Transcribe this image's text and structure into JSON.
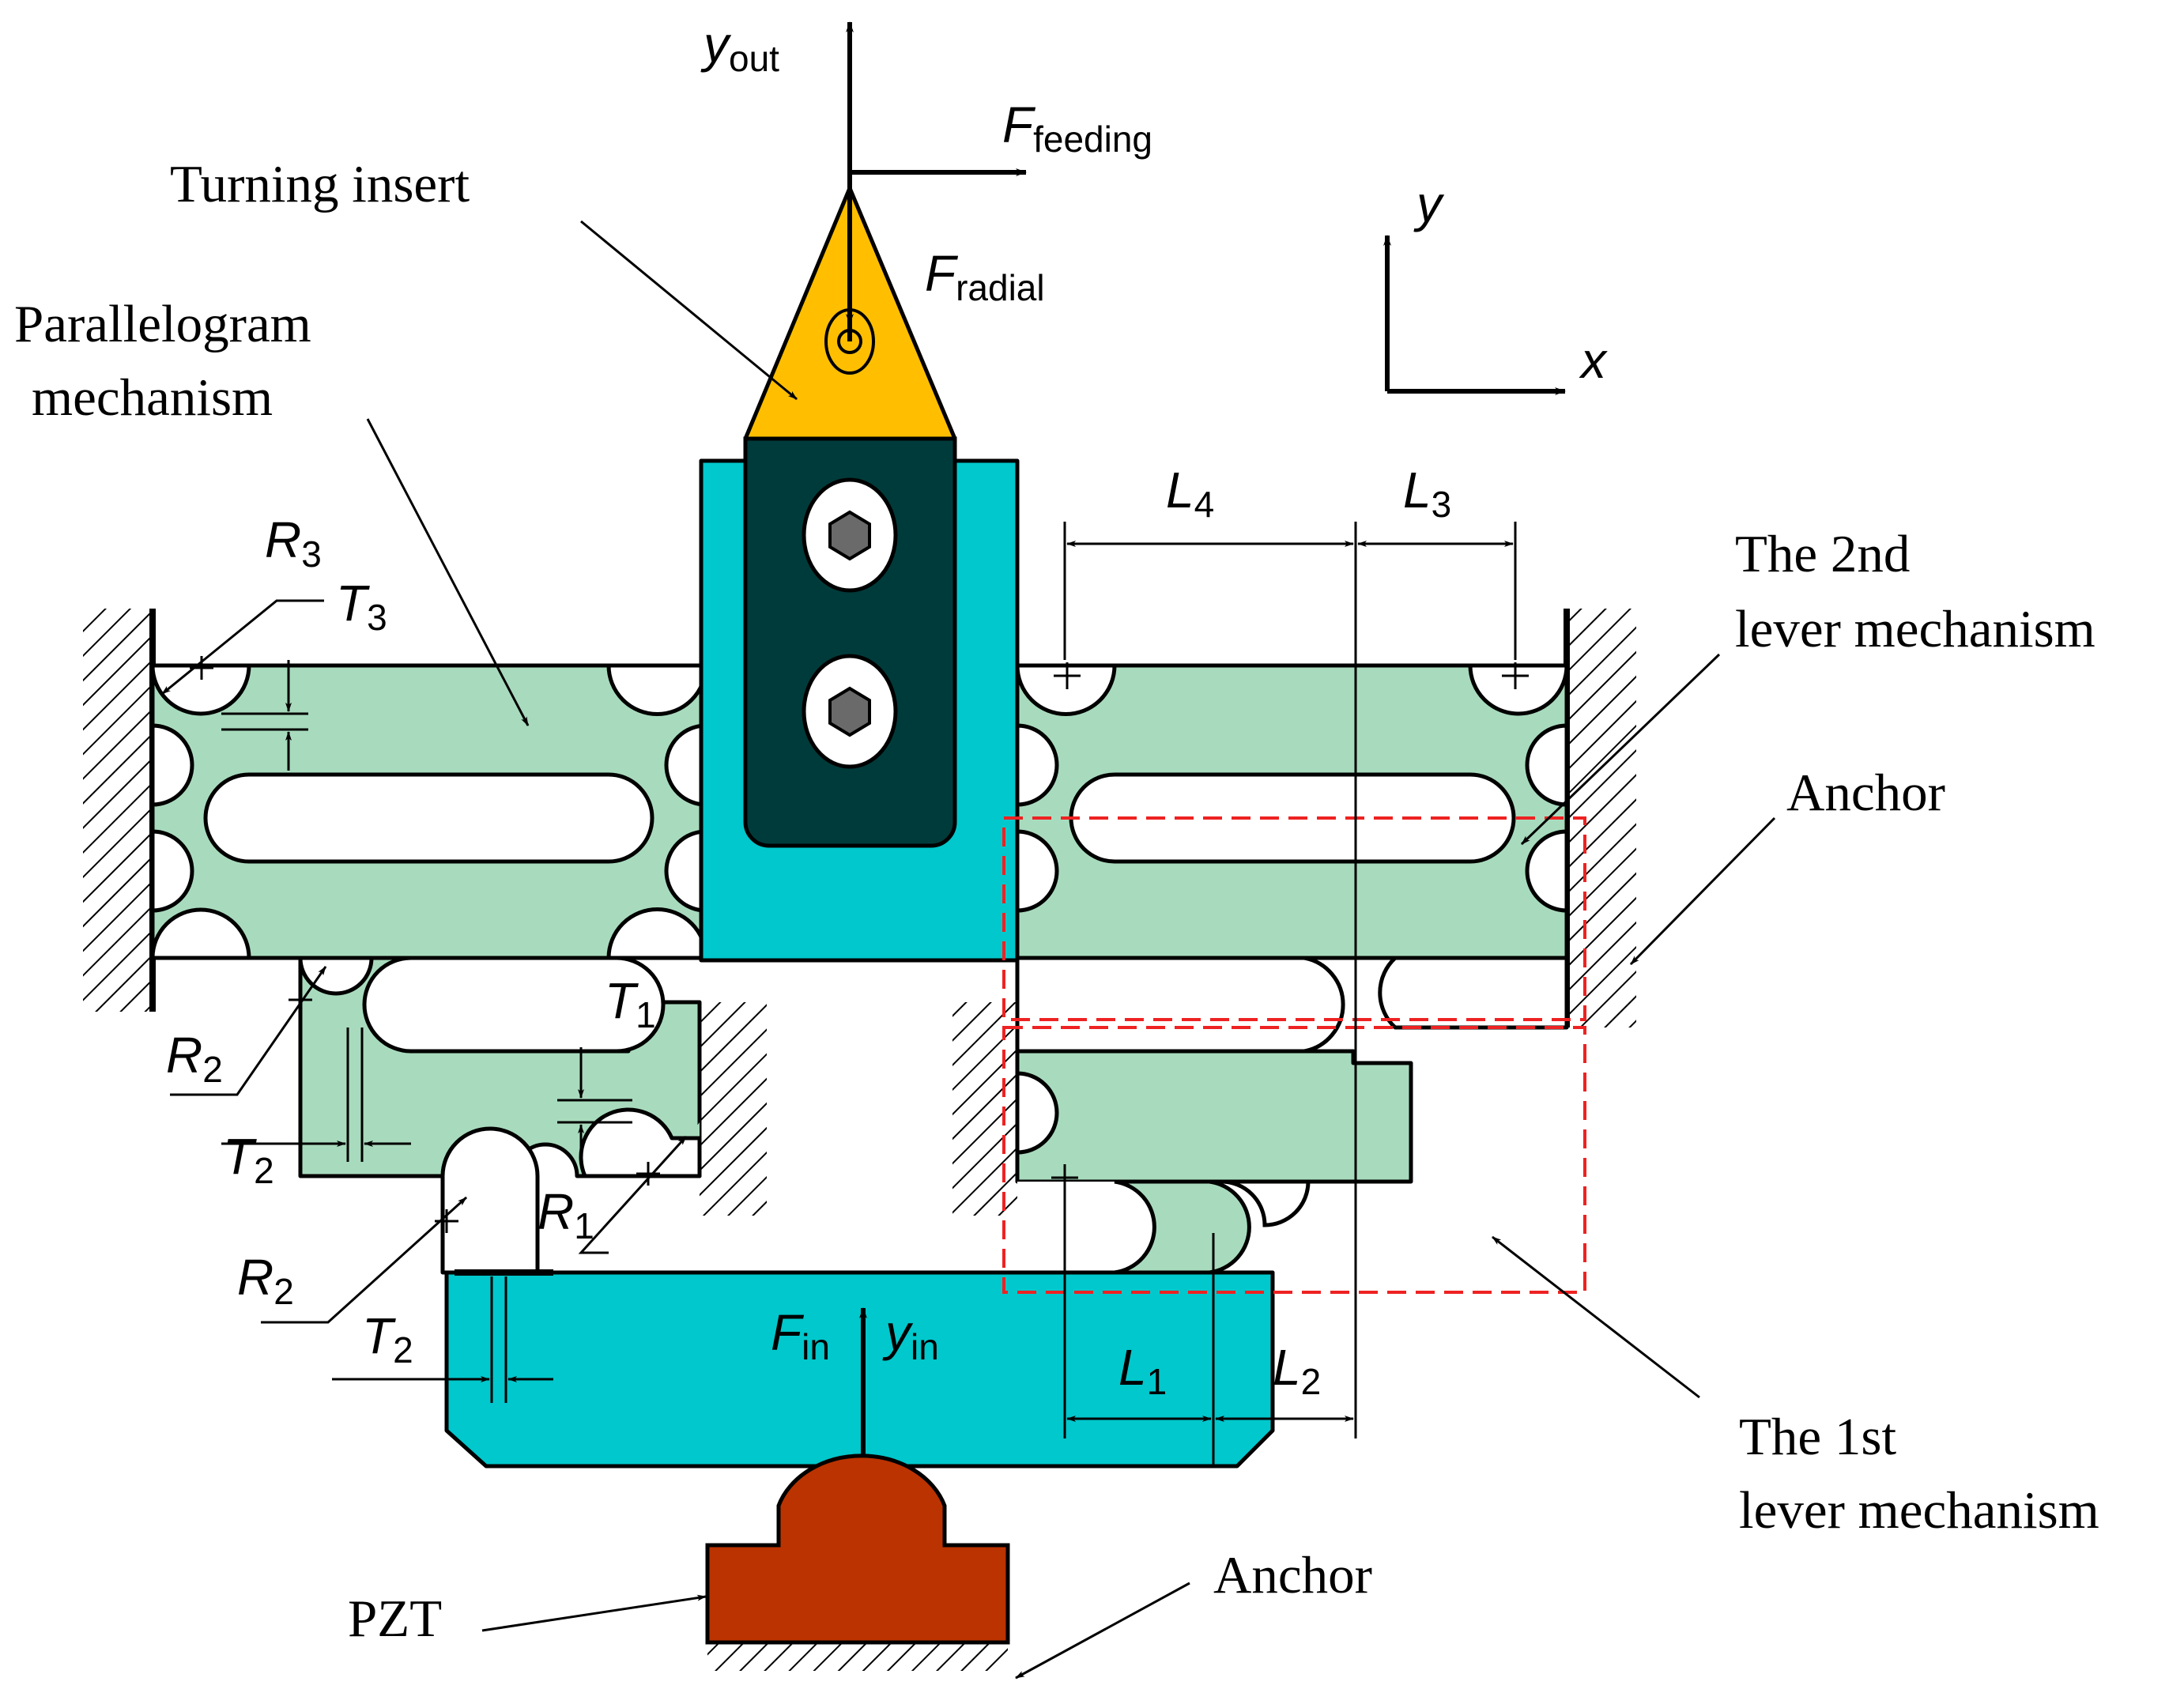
{
  "labels": {
    "y_out": "y",
    "y_out_sub": "out",
    "f_feeding": "F",
    "f_feeding_sub": "feeding",
    "f_radial": "F",
    "f_radial_sub": "radial",
    "turning_insert": "Turning insert",
    "parallelogram_line1": "Parallelogram",
    "parallelogram_line2": "mechanism",
    "axis_y": "y",
    "axis_x": "x",
    "L4": "L",
    "L4_sub": "4",
    "L3": "L",
    "L3_sub": "3",
    "second_lever_line1": "The 2nd",
    "second_lever_line2": "lever mechanism",
    "anchor_right": "Anchor",
    "R3": "R",
    "R3_sub": "3",
    "T3": "T",
    "T3_sub": "3",
    "R2_upper": "R",
    "R2_upper_sub": "2",
    "T1": "T",
    "T1_sub": "1",
    "T2_upper": "T",
    "T2_upper_sub": "2",
    "R1": "R",
    "R1_sub": "1",
    "R2_lower": "R",
    "R2_lower_sub": "2",
    "T2_lower": "T",
    "T2_lower_sub": "2",
    "f_in": "F",
    "f_in_sub": "in",
    "y_in": "y",
    "y_in_sub": "in",
    "L1": "L",
    "L1_sub": "1",
    "L2": "L",
    "L2_sub": "2",
    "first_lever_line1": "The 1st",
    "first_lever_line2": "lever mechanism",
    "pzt": "PZT",
    "anchor_bottom": "Anchor"
  },
  "colors": {
    "flexure_body": "#a8dbbd",
    "tool_holder": "#00c8cc",
    "insert": "#ffbf00",
    "clamp": "#003b3b",
    "pzt": "#bb3300",
    "highlight_box": "#ee2222"
  }
}
